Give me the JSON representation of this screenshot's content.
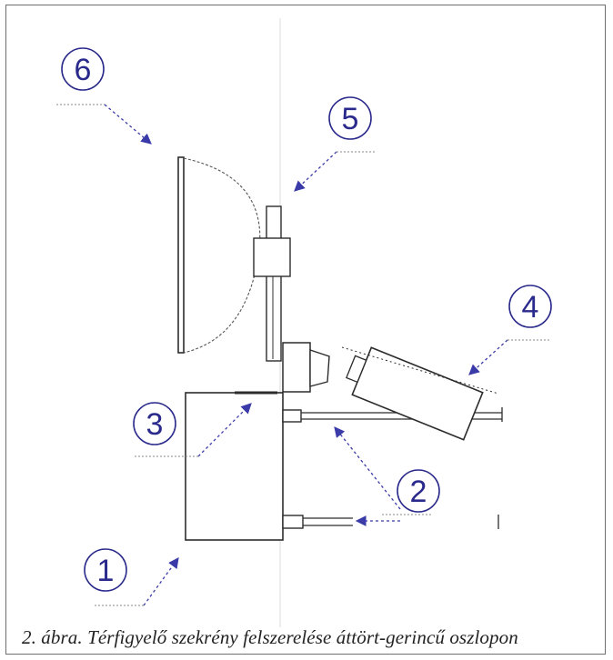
{
  "figure": {
    "caption": "2. ábra. Térfigyelő szekrény felszerelése áttört-gerincű oszlopon",
    "callouts": [
      "1",
      "2",
      "3",
      "4",
      "5",
      "6"
    ],
    "colors": {
      "callout": "#2a2a8c",
      "arrow": "#3a3aa8",
      "line": "#2c2c2c",
      "frame": "#6f6f6f"
    }
  }
}
